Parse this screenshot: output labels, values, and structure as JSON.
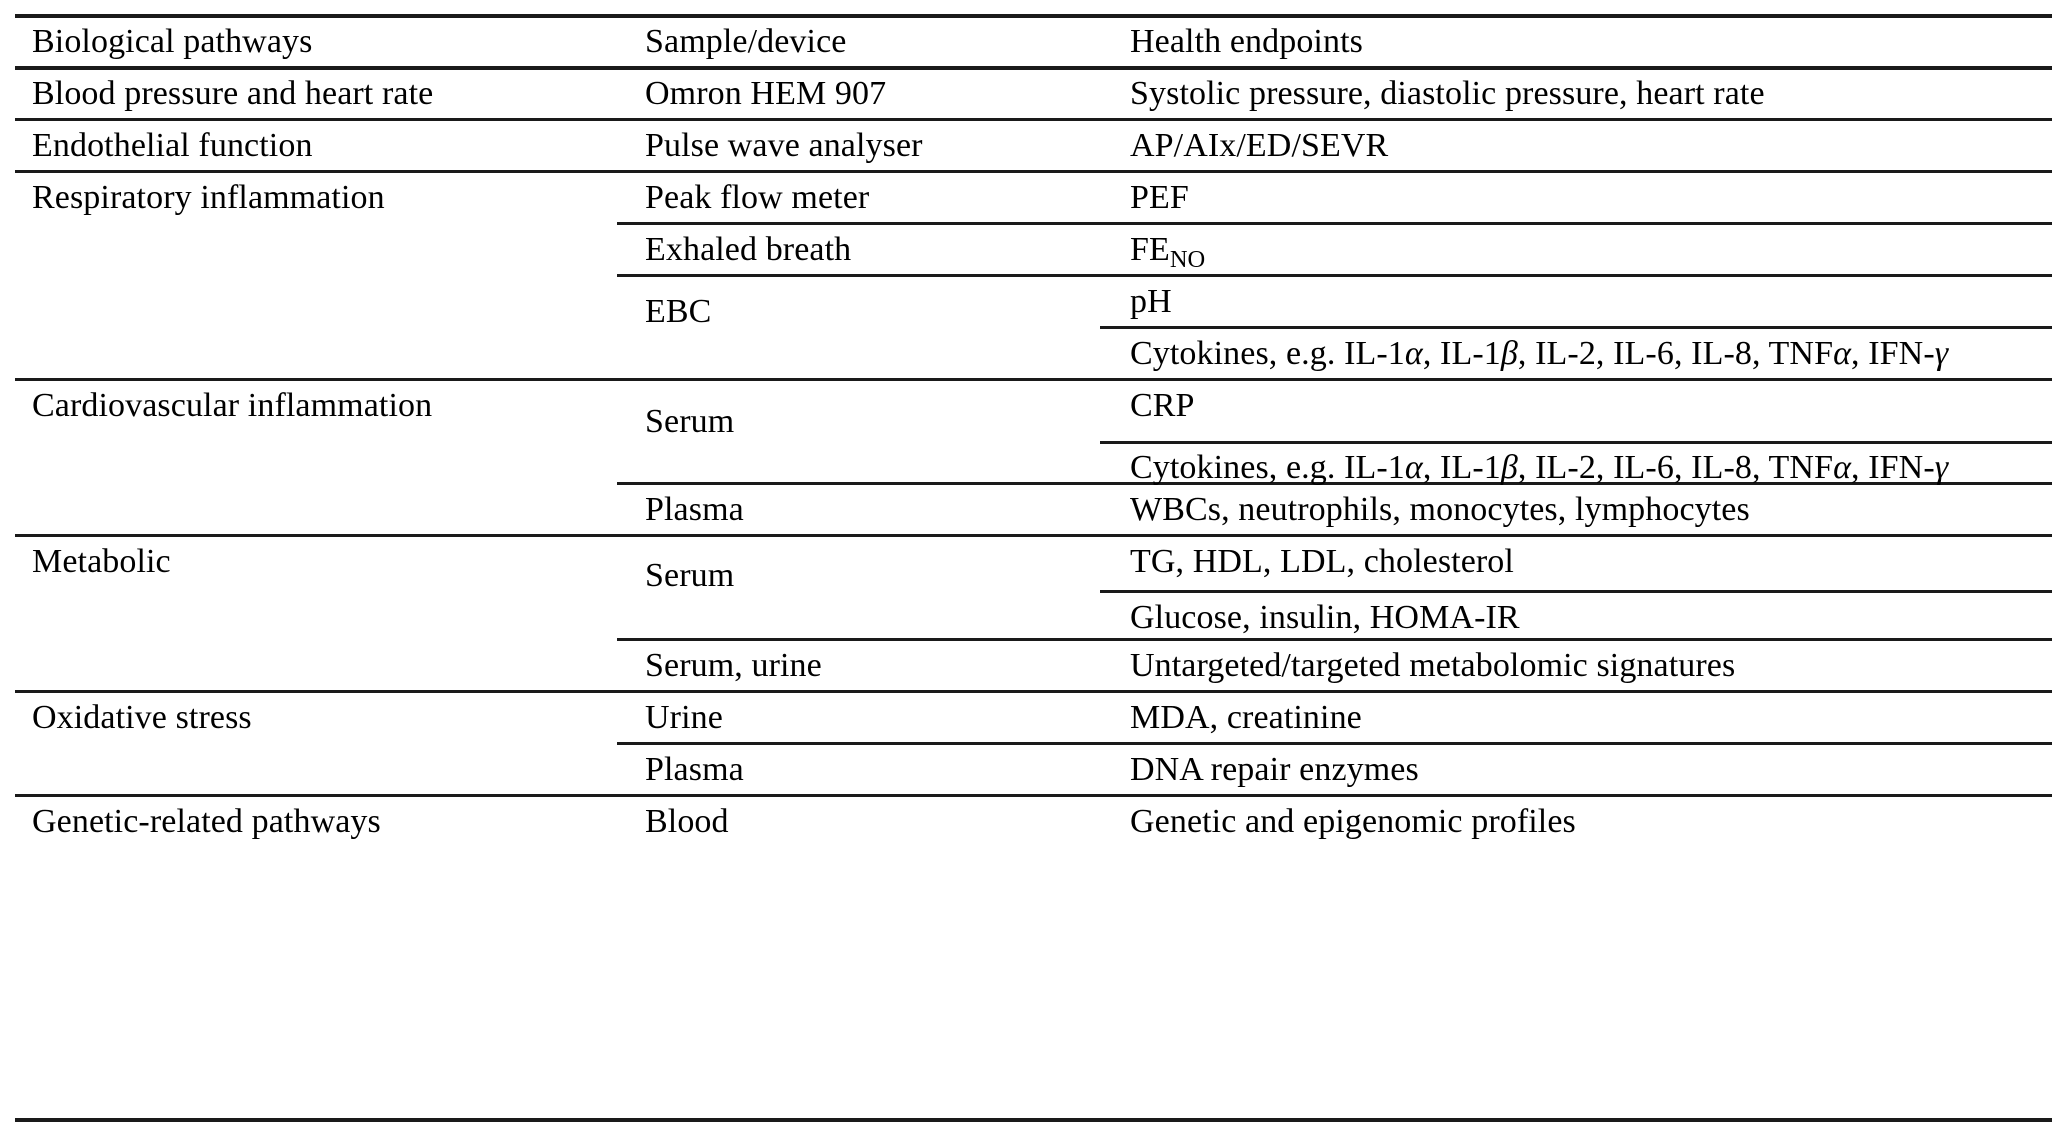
{
  "table": {
    "caption": "",
    "columns": [
      "Biological pathways",
      "Sample/device",
      "Health endpoints"
    ],
    "header": {
      "pathway": "Biological pathways",
      "sample": "Sample/device",
      "endpoint": "Health endpoints"
    },
    "rows": [
      {
        "pathway": "Blood pressure and heart rate",
        "sub": [
          {
            "sample": "Omron HEM 907",
            "endpoint": "Systolic pressure, diastolic pressure, heart rate"
          }
        ]
      },
      {
        "pathway": "Endothelial function",
        "sub": [
          {
            "sample": "Pulse wave analyser",
            "endpoint": "AP/AIx/ED/SEVR"
          }
        ]
      },
      {
        "pathway": "Respiratory inflammation",
        "sub": [
          {
            "sample": "Peak flow meter",
            "endpoint": "PEF"
          },
          {
            "sample": "Exhaled breath",
            "endpoint_base": "FE",
            "endpoint_sub": "NO"
          },
          {
            "sample": "EBC",
            "endpoints": [
              "pH",
              "Cytokines, e.g. IL-1α, IL-1β, IL-2, IL-6, IL-8, TNFα, IFN-γ"
            ]
          }
        ]
      },
      {
        "pathway": "Cardiovascular inflammation",
        "sub": [
          {
            "sample": "Serum",
            "endpoints": [
              "CRP",
              "Cytokines, e.g. IL-1α, IL-1β, IL-2, IL-6, IL-8, TNFα, IFN-γ"
            ]
          },
          {
            "sample": "Plasma",
            "endpoint": "WBCs, neutrophils, monocytes, lymphocytes"
          }
        ]
      },
      {
        "pathway": "Metabolic",
        "sub": [
          {
            "sample": "Serum",
            "endpoints": [
              "TG, HDL, LDL, cholesterol",
              "Glucose, insulin, HOMA-IR"
            ]
          },
          {
            "sample": "Serum, urine",
            "endpoint": "Untargeted/targeted metabolomic signatures"
          }
        ]
      },
      {
        "pathway": "Oxidative stress",
        "sub": [
          {
            "sample": "Urine",
            "endpoint": "MDA, creatinine"
          },
          {
            "sample": "Plasma",
            "endpoint": "DNA repair enzymes"
          }
        ]
      },
      {
        "pathway": "Genetic-related pathways",
        "sub": [
          {
            "sample": "Blood",
            "endpoint": "Genetic and epigenomic profiles"
          }
        ]
      }
    ],
    "cells": {
      "header_pathway": "Biological pathways",
      "header_sample": "Sample/device",
      "header_endpoint": "Health endpoints",
      "r1_pathway": "Blood pressure and heart rate",
      "r1_sample": "Omron HEM 907",
      "r1_endpoint": "Systolic pressure, diastolic pressure, heart rate",
      "r2_pathway": "Endothelial function",
      "r2_sample": "Pulse wave analyser",
      "r2_endpoint": "AP/AIx/ED/SEVR",
      "r3_pathway": "Respiratory inflammation",
      "r3a_sample": "Peak flow meter",
      "r3a_endpoint": "PEF",
      "r3b_sample": "Exhaled breath",
      "r3b_endpoint_base": "FE",
      "r3b_endpoint_sub": "NO",
      "r3c_sample": "EBC",
      "r3c_endpoint_1": "pH",
      "r3c_endpoint_2_pre": "Cytokines, e.g. IL-1",
      "r3c_endpoint_2_a1": "α",
      "r3c_endpoint_2_mid1": ", IL-1",
      "r3c_endpoint_2_b1": "β",
      "r3c_endpoint_2_mid2": ", IL-2, IL-6, IL-8, TNF",
      "r3c_endpoint_2_a2": "α",
      "r3c_endpoint_2_mid3": ", IFN-",
      "r3c_endpoint_2_g": "γ",
      "r4_pathway": "Cardiovascular inflammation",
      "r4a_sample": "Serum",
      "r4a_endpoint_1": "CRP",
      "r4b_sample": "Plasma",
      "r4b_endpoint": "WBCs, neutrophils, monocytes, lymphocytes",
      "r5_pathway": "Metabolic",
      "r5a_sample": "Serum",
      "r5a_endpoint_1": "TG, HDL, LDL, cholesterol",
      "r5a_endpoint_2": "Glucose, insulin, HOMA-IR",
      "r5b_sample": "Serum, urine",
      "r5b_endpoint": "Untargeted/targeted metabolomic signatures",
      "r6_pathway": "Oxidative stress",
      "r6a_sample": "Urine",
      "r6a_endpoint": "MDA, creatinine",
      "r6b_sample": "Plasma",
      "r6b_endpoint": "DNA repair enzymes",
      "r7_pathway": "Genetic-related pathways",
      "r7_sample": "Blood",
      "r7_endpoint": "Genetic and epigenomic profiles"
    },
    "style": {
      "rule_color": "#1a1a1a",
      "text_color": "#000000",
      "background": "#ffffff"
    }
  }
}
